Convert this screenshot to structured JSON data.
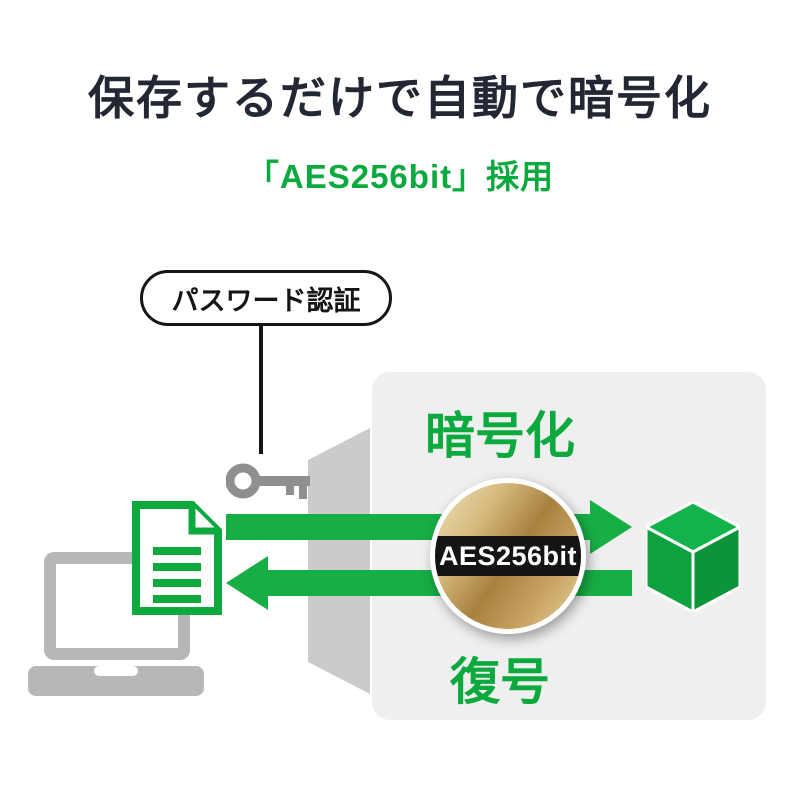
{
  "header": {
    "title": "保存するだけで自動で暗号化",
    "subtitle": "「AES256bit」採用"
  },
  "diagram": {
    "callout_label": "パスワード認証",
    "encrypt_label": "暗号化",
    "decrypt_label": "復号",
    "badge_label": "AES256bit",
    "icons": [
      "laptop-icon",
      "document-icon",
      "key-icon",
      "security-gate-shape",
      "encrypted-box-icon",
      "encrypt-arrow-right",
      "decrypt-arrow-left",
      "aes-gold-badge"
    ],
    "colors": {
      "green": "#0CA93F",
      "title_dark": "#222733",
      "panel_gray": "#EFEFEF",
      "shape_gray": "#CBCBCB",
      "icon_gray": "#B7B7B7",
      "key_gray": "#8F8F8F",
      "gold_light": "#F0E3BB",
      "gold_dark": "#A8813F",
      "badge_band": "#141414"
    }
  }
}
